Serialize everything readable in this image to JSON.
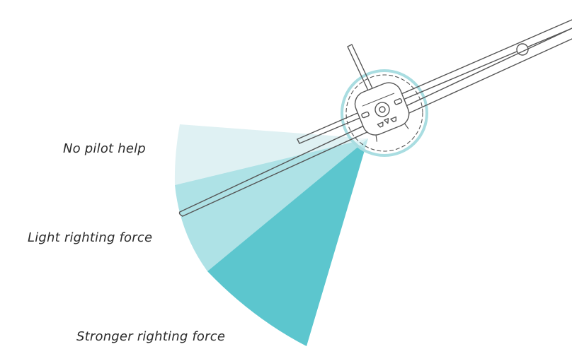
{
  "labels": {
    "no_help": "No pilot help",
    "light": "Light righting force",
    "stronger": "Stronger righting force"
  },
  "colors": {
    "zone_no_help": "#dff1f3",
    "zone_light": "#aee2e6",
    "zone_stronger": "#5cc6ce",
    "aircraft_stroke": "#555555",
    "hub_circle": "#a9dde1"
  },
  "icons": [
    "aircraft-front-view-icon",
    "propeller-hub-icon"
  ]
}
